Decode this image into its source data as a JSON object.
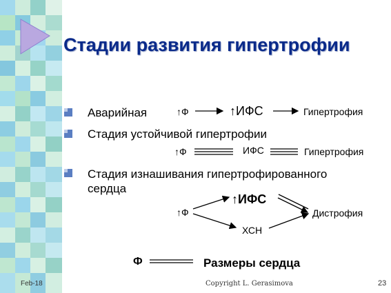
{
  "slide": {
    "title": "Стадии развития гипертрофии",
    "stage1": {
      "label": "Аварийная",
      "from": "↑Ф",
      "mid": "↑ИФС",
      "result": "Гипертрофия"
    },
    "stage2": {
      "label": "Стадия устойчивой гипертрофии",
      "from": "↑Ф",
      "mid": "ИФС",
      "result": "Гипертрофия"
    },
    "stage3": {
      "label_line1": "Стадия изнашивания гипертрофированного",
      "label_line2": "сердца",
      "from": "↑Ф",
      "mid": "↑ИФС",
      "bottom": "ХСН",
      "result": "Дистрофия"
    },
    "relation": {
      "left": "Ф",
      "right": "Размеры сердца"
    },
    "footer": {
      "date": "Feb-18",
      "copyright": "Copyright L. Gerasimova",
      "page": "23"
    }
  },
  "colors": {
    "title": "#0a2a8a",
    "bullet": "#5a7ec2"
  }
}
